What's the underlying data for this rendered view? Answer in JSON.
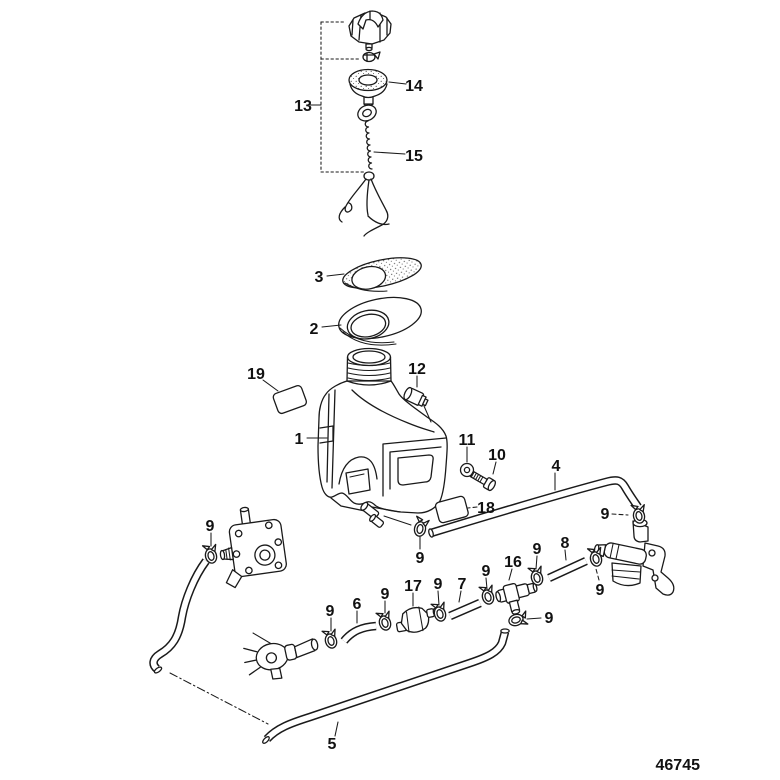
{
  "diagram": {
    "figure_number": "46745",
    "callouts": [
      {
        "part": "13",
        "text": "13"
      },
      {
        "part": "14",
        "text": "14"
      },
      {
        "part": "15",
        "text": "15"
      },
      {
        "part": "3",
        "text": "3"
      },
      {
        "part": "2",
        "text": "2"
      },
      {
        "part": "19",
        "text": "19"
      },
      {
        "part": "12",
        "text": "12"
      },
      {
        "part": "1",
        "text": "1"
      },
      {
        "part": "11",
        "text": "11"
      },
      {
        "part": "10",
        "text": "10"
      },
      {
        "part": "4",
        "text": "4"
      },
      {
        "part": "18",
        "text": "18"
      },
      {
        "part": "9",
        "text": "9"
      },
      {
        "part": "9",
        "text": "9"
      },
      {
        "part": "9",
        "text": "9"
      },
      {
        "part": "9",
        "text": "9"
      },
      {
        "part": "8",
        "text": "8"
      },
      {
        "part": "9",
        "text": "9"
      },
      {
        "part": "16",
        "text": "16"
      },
      {
        "part": "9",
        "text": "9"
      },
      {
        "part": "7",
        "text": "7"
      },
      {
        "part": "9",
        "text": "9"
      },
      {
        "part": "17",
        "text": "17"
      },
      {
        "part": "9",
        "text": "9"
      },
      {
        "part": "6",
        "text": "6"
      },
      {
        "part": "9",
        "text": "9"
      },
      {
        "part": "9",
        "text": "9"
      },
      {
        "part": "5",
        "text": "5"
      }
    ]
  }
}
